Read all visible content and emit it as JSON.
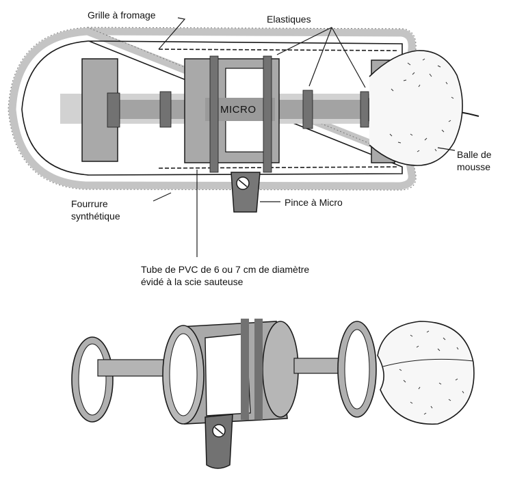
{
  "labels": {
    "grille": "Grille à fromage",
    "elastiques": "Elastiques",
    "micro": "MICRO",
    "balle_line1": "Balle de",
    "balle_line2": "mousse",
    "fourrure_line1": "Fourrure",
    "fourrure_line2": "synthétique",
    "pince": "Pince à Micro",
    "tube_line1": "Tube de PVC de 6 ou 7 cm de diamètre",
    "tube_line2": "évidé à la scie sauteuse"
  },
  "colors": {
    "ink": "#1a1a1a",
    "pvc_gray": "#a9a9a9",
    "light_gray": "#cfcfcf",
    "elastic_gray": "#6f6f6f",
    "fur_gray": "#c8c8c8",
    "background": "#ffffff"
  }
}
